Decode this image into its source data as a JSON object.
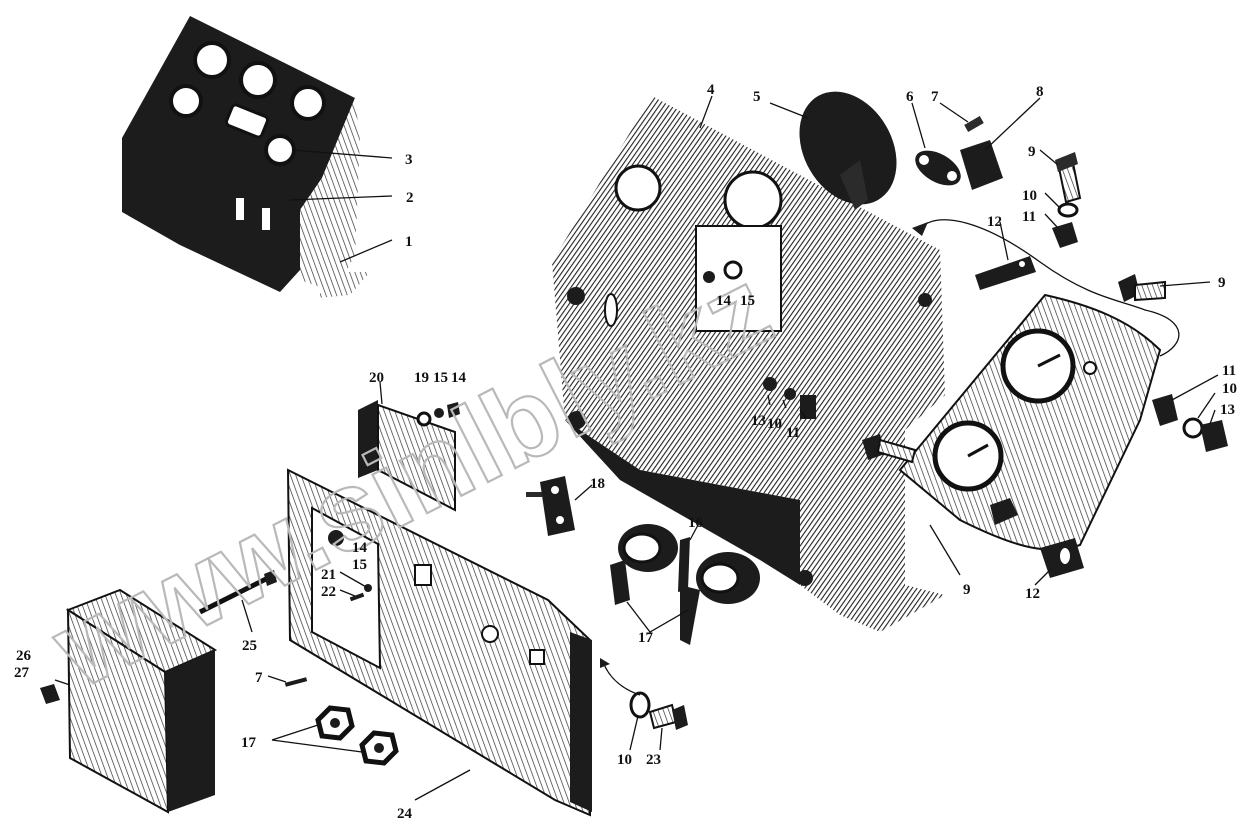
{
  "watermark": "www.sinlbly.kz",
  "callouts": [
    {
      "id": "c1",
      "text": "1"
    },
    {
      "id": "c2",
      "text": "2"
    },
    {
      "id": "c3",
      "text": "3"
    },
    {
      "id": "c4",
      "text": "4"
    },
    {
      "id": "c5",
      "text": "5"
    },
    {
      "id": "c6",
      "text": "6"
    },
    {
      "id": "c7a",
      "text": "7"
    },
    {
      "id": "c8",
      "text": "8"
    },
    {
      "id": "c9a",
      "text": "9"
    },
    {
      "id": "c10a",
      "text": "10"
    },
    {
      "id": "c11a",
      "text": "11"
    },
    {
      "id": "c12a",
      "text": "12"
    },
    {
      "id": "c9b",
      "text": "9"
    },
    {
      "id": "c14a",
      "text": "14"
    },
    {
      "id": "c15a",
      "text": "15"
    },
    {
      "id": "c11b",
      "text": "11"
    },
    {
      "id": "c10b",
      "text": "10"
    },
    {
      "id": "c13a",
      "text": "13"
    },
    {
      "id": "c13b",
      "text": "13"
    },
    {
      "id": "c10c",
      "text": "10"
    },
    {
      "id": "c11c",
      "text": "11"
    },
    {
      "id": "c20",
      "text": "20"
    },
    {
      "id": "c19",
      "text": "19"
    },
    {
      "id": "c15b",
      "text": "15"
    },
    {
      "id": "c14b",
      "text": "14"
    },
    {
      "id": "c18",
      "text": "18"
    },
    {
      "id": "c16",
      "text": "16"
    },
    {
      "id": "c9c",
      "text": "9"
    },
    {
      "id": "c12b",
      "text": "12"
    },
    {
      "id": "c17a",
      "text": "17"
    },
    {
      "id": "c14c",
      "text": "14"
    },
    {
      "id": "c15c",
      "text": "15"
    },
    {
      "id": "c21",
      "text": "21"
    },
    {
      "id": "c22",
      "text": "22"
    },
    {
      "id": "c25",
      "text": "25"
    },
    {
      "id": "c26",
      "text": "26"
    },
    {
      "id": "c27",
      "text": "27"
    },
    {
      "id": "c7b",
      "text": "7"
    },
    {
      "id": "c17b",
      "text": "17"
    },
    {
      "id": "c24",
      "text": "24"
    },
    {
      "id": "c10d",
      "text": "10"
    },
    {
      "id": "c23",
      "text": "23"
    }
  ]
}
